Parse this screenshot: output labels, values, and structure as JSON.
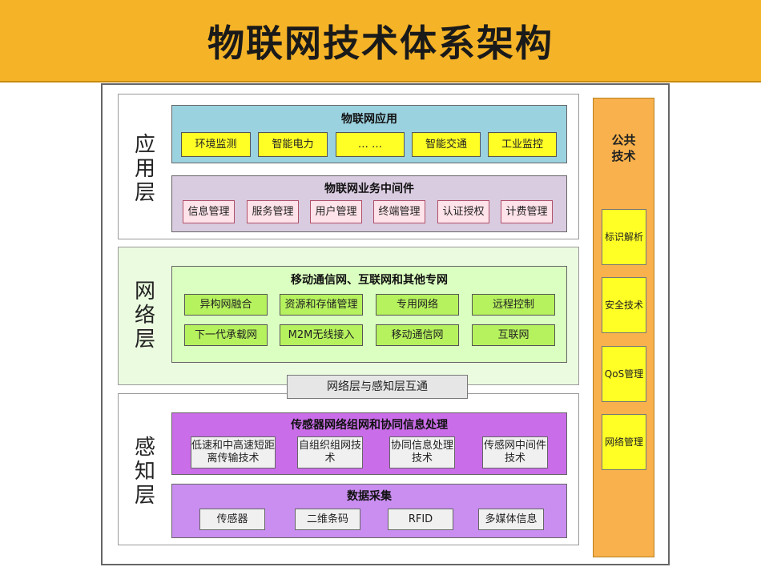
{
  "title": "物联网技术体系架构",
  "layers": {
    "application": {
      "label": "应用层",
      "app_group": {
        "title": "物联网应用",
        "items": [
          "环境监测",
          "智能电力",
          "… …",
          "智能交通",
          "工业监控"
        ]
      },
      "middleware_group": {
        "title": "物联网业务中间件",
        "items": [
          "信息管理",
          "服务管理",
          "用户管理",
          "终端管理",
          "认证授权",
          "计费管理"
        ]
      }
    },
    "network": {
      "label": "网络层",
      "group": {
        "title": "移动通信网、互联网和其他专网",
        "row1": [
          "异构网融合",
          "资源和存储管理",
          "专用网络",
          "远程控制"
        ],
        "row2": [
          "下一代承载网",
          "M2M无线接入",
          "移动通信网",
          "互联网"
        ]
      }
    },
    "interop": "网络层与感知层互通",
    "perception": {
      "label": "感知层",
      "sensor_group": {
        "title": "传感器网络组网和协同信息处理",
        "items": [
          "低速和中高速短距离传输技术",
          "自组织组网技术",
          "协同信息处理技术",
          "传感网中间件技术"
        ]
      },
      "collection_group": {
        "title": "数据采集",
        "items": [
          "传感器",
          "二维条码",
          "RFID",
          "多媒体信息"
        ]
      }
    }
  },
  "common": {
    "title": "公共技术",
    "items": [
      "标识解析",
      "安全技术",
      "QoS管理",
      "网络管理"
    ]
  },
  "colors": {
    "title_bar": "#f5b327",
    "app_group": "#9bd2df",
    "middleware_group": "#d9cbe0",
    "network_group": "#dbffc0",
    "network_layer": "#ebfbe0",
    "sensor_group": "#c96de8",
    "collection_group": "#c98ef0",
    "common_column": "#f8b14c",
    "yellow_box": "#ffff26"
  }
}
